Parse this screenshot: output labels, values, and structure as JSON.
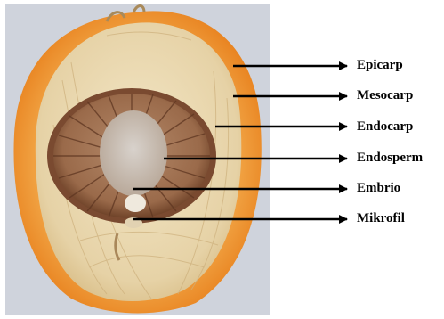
{
  "colors": {
    "background": "#ffffff",
    "photo_backdrop": "#cfd3dc",
    "epicarp": "#e8821f",
    "mesocarp_fiber": "#ead9b4",
    "endocarp_shell": "#8a5a3c",
    "endosperm_center": "#c9c2bb",
    "arrow": "#000000"
  },
  "labels": {
    "epicarp": "Epicarp",
    "mesocarp": "Mesocarp",
    "endocarp": "Endocarp",
    "endosperm": "Endosperm",
    "embrio": "Embrio",
    "mikrofil": "Mikrofil"
  }
}
